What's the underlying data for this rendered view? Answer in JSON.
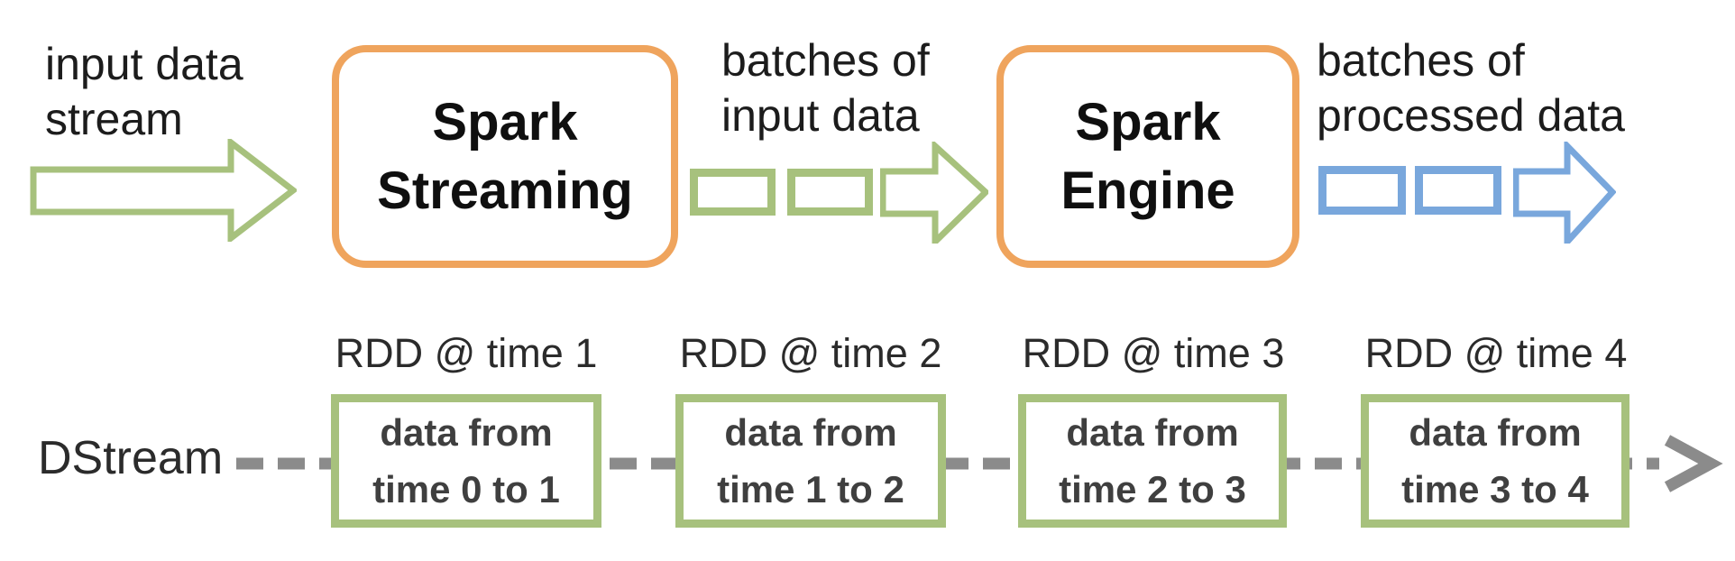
{
  "colors": {
    "orange": "#EFA45D",
    "green": "#A7C17D",
    "blue": "#79A7DC",
    "gray": "#8B8B8B",
    "text-dark": "#3F3F3F",
    "text-black": "#1C1C1C"
  },
  "top_flow": {
    "input_stream_label": {
      "line1": "input data",
      "line2": "stream"
    },
    "spark_streaming_box": {
      "line1": "Spark",
      "line2": "Streaming"
    },
    "batches_input_label": {
      "line1": "batches of",
      "line2": "input data"
    },
    "spark_engine_box": {
      "line1": "Spark",
      "line2": "Engine"
    },
    "batches_processed_label": {
      "line1": "batches of",
      "line2": "processed data"
    }
  },
  "dstream_row": {
    "label": "DStream",
    "rdds": [
      {
        "title": "RDD @ time 1",
        "line1": "data from",
        "line2": "time 0 to 1"
      },
      {
        "title": "RDD @ time 2",
        "line1": "data from",
        "line2": "time 1 to 2"
      },
      {
        "title": "RDD @ time 3",
        "line1": "data from",
        "line2": "time 2 to 3"
      },
      {
        "title": "RDD @ time 4",
        "line1": "data from",
        "line2": "time 3 to 4"
      }
    ]
  }
}
